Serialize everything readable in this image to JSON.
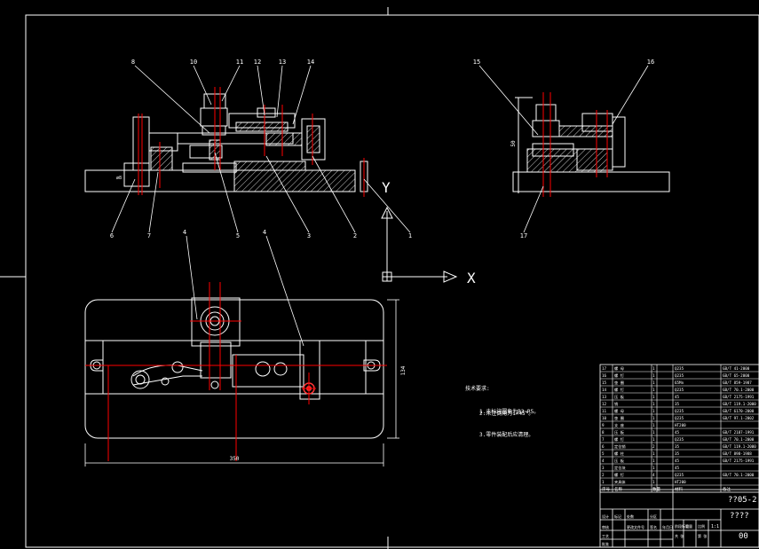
{
  "colors": {
    "background": "#000000",
    "outline": "#ffffff",
    "centerline": "#ff0000",
    "leader": "#ffffff",
    "hatch": "#ffffff",
    "highlight": "#ff3333"
  },
  "front_view": {
    "callouts_top": [
      "8",
      "10",
      "11",
      "12",
      "13",
      "14"
    ],
    "callouts_bottom": [
      "6",
      "7",
      "5",
      "3",
      "2",
      "1"
    ],
    "dimension": "ø8"
  },
  "side_view": {
    "callouts_top": [
      "15",
      "16"
    ],
    "callouts_bottom": [
      "17"
    ],
    "dimension": "50"
  },
  "axes": {
    "x_label": "X",
    "y_label": "Y"
  },
  "plan_view": {
    "callouts": [
      "4",
      "4"
    ],
    "width_dimension": "350",
    "height_dimension": "134"
  },
  "notes": {
    "heading": "技术要求:",
    "items": [
      "1.未标注圆角为R3~R5。",
      "2.未注倒角为1×45°。",
      "3.零件装配后应清理。"
    ]
  },
  "parts_table": {
    "rows": [
      {
        "no": "17",
        "name": "螺 母",
        "qty": "1",
        "mat": "Q235",
        "std": "GB/T 41-2000"
      },
      {
        "no": "16",
        "name": "螺 钉",
        "qty": "1",
        "mat": "Q235",
        "std": "GB/T 65-2000"
      },
      {
        "no": "15",
        "name": "垫 圈",
        "qty": "1",
        "mat": "65Mn",
        "std": "GB/T 859-1987"
      },
      {
        "no": "14",
        "name": "螺 钉",
        "qty": "1",
        "mat": "Q235",
        "std": "GB/T 70.1-2000"
      },
      {
        "no": "13",
        "name": "压 板",
        "qty": "1",
        "mat": "45",
        "std": "GB/T 2175-1991"
      },
      {
        "no": "12",
        "name": "销",
        "qty": "1",
        "mat": "35",
        "std": "GB/T 119.1-2000"
      },
      {
        "no": "11",
        "name": "螺 母",
        "qty": "1",
        "mat": "Q235",
        "std": "GB/T 6170-2000"
      },
      {
        "no": "10",
        "name": "垫 圈",
        "qty": "1",
        "mat": "Q235",
        "std": "GB/T 97.1-2002"
      },
      {
        "no": "9",
        "name": "支 座",
        "qty": "1",
        "mat": "HT200",
        "std": ""
      },
      {
        "no": "8",
        "name": "压 板",
        "qty": "1",
        "mat": "45",
        "std": "GB/T 2187-1991"
      },
      {
        "no": "7",
        "name": "螺 钉",
        "qty": "1",
        "mat": "Q235",
        "std": "GB/T 70.1-2000"
      },
      {
        "no": "6",
        "name": "定位销",
        "qty": "2",
        "mat": "35",
        "std": "GB/T 119.1-2000"
      },
      {
        "no": "5",
        "name": "螺 柱",
        "qty": "1",
        "mat": "35",
        "std": "GB/T 898-1988"
      },
      {
        "no": "4",
        "name": "压 板",
        "qty": "1",
        "mat": "45",
        "std": "GB/T 2175-1991"
      },
      {
        "no": "3",
        "name": "定位块",
        "qty": "1",
        "mat": "45",
        "std": ""
      },
      {
        "no": "2",
        "name": "螺 钉",
        "qty": "4",
        "mat": "Q235",
        "std": "GB/T 70.1-2000"
      },
      {
        "no": "1",
        "name": "夹具体",
        "qty": "1",
        "mat": "HT200",
        "std": ""
      }
    ],
    "header": {
      "no": "序号",
      "name": "名称",
      "qty": "数量",
      "mat": "材料",
      "std": "备注"
    }
  },
  "title_block": {
    "drawing_no": "??05-2",
    "drawing_name": "????",
    "scale": "1:1",
    "sheet": "00",
    "labels": [
      "设计",
      "审核",
      "工艺",
      "批准",
      "标记",
      "处数",
      "分区",
      "更改文件号",
      "签名",
      "年月日",
      "阶段标记",
      "重量",
      "比例",
      "共 张",
      "第 张"
    ]
  }
}
